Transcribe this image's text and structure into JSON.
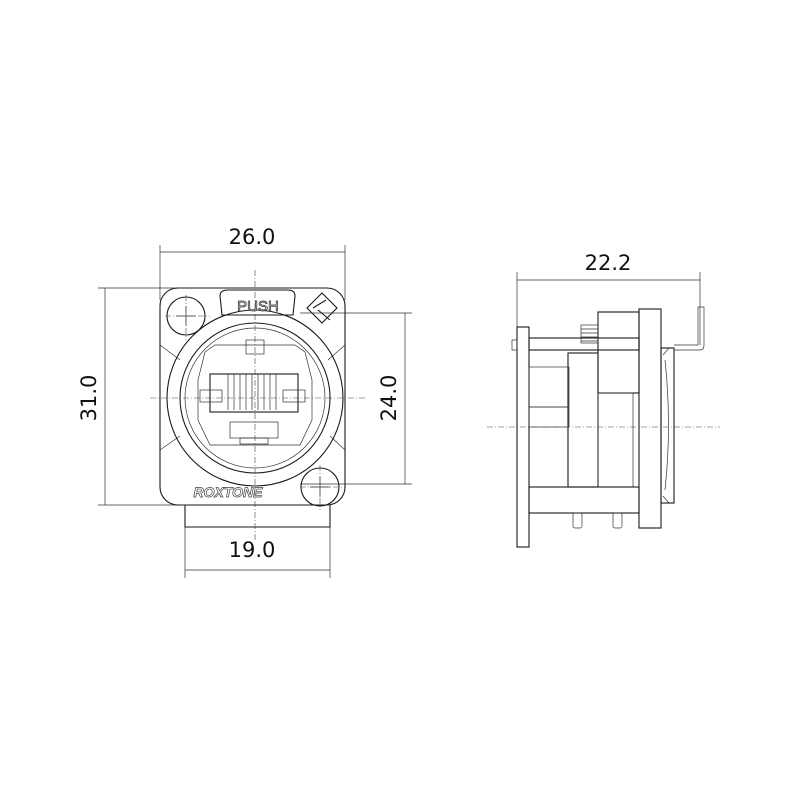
{
  "dimensions": {
    "width_front": "26.0",
    "height_front": "31.0",
    "hole_spacing": "24.0",
    "bottom_width": "19.0",
    "depth_side": "22.2"
  },
  "front_view": {
    "latch_label": "PUSH",
    "brand_logo": "ROXTONE"
  },
  "colors": {
    "line": "#1a1a1a",
    "background": "#ffffff"
  }
}
